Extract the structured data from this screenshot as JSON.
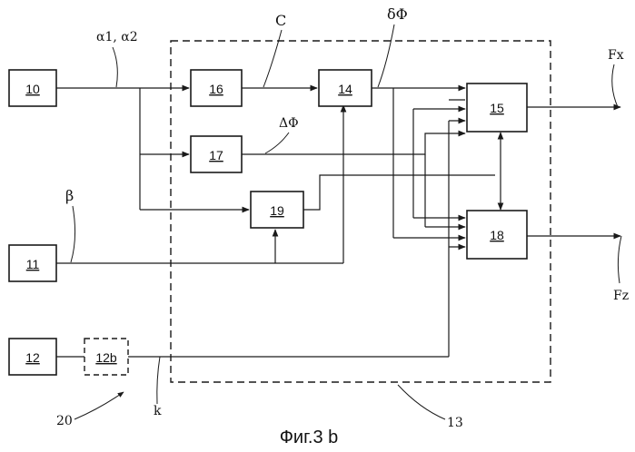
{
  "blocks": {
    "b10": "10",
    "b11": "11",
    "b12": "12",
    "b12b": "12b",
    "b14": "14",
    "b15": "15",
    "b16": "16",
    "b17": "17",
    "b18": "18",
    "b19": "19"
  },
  "refs": {
    "r13": "13",
    "r20": "20"
  },
  "symbols": {
    "alpha": "α1, α2",
    "beta": "β",
    "c": "C",
    "delta_phi": "δΦ",
    "big_delta_phi": "ΔΦ",
    "k": "k",
    "fx": "Fx",
    "fz": "Fz"
  },
  "caption": "Фиг.3 b"
}
